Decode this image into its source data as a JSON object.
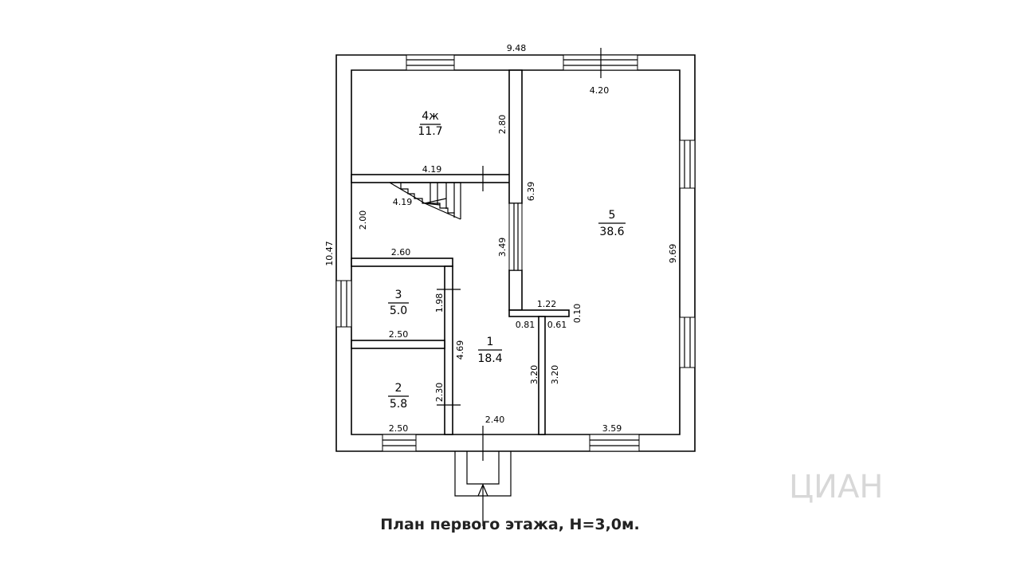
{
  "caption": "План первого этажа, Н=3,0м.",
  "watermark": "ЦИАН",
  "rooms": [
    {
      "number": "4ж",
      "area": "11.7"
    },
    {
      "number": "5",
      "area": "38.6"
    },
    {
      "number": "3",
      "area": "5.0"
    },
    {
      "number": "2",
      "area": "5.8"
    },
    {
      "number": "1",
      "area": "18.4"
    }
  ],
  "dimensions": {
    "overall_width": "9.48",
    "overall_height": "10.47",
    "top_window": "4.20",
    "room4_height": "2.80",
    "room4_width": "4.19",
    "stair_width": "4.19",
    "stair_height": "2.00",
    "hall_width_top": "2.60",
    "hall_height": "3.49",
    "partition_height": "6.39",
    "room5_height": "9.69",
    "room3_height": "1.98",
    "room3_width": "2.50",
    "room2_width": "2.50",
    "room2_height": "2.30",
    "room1_height": "4.69",
    "room1_width": "2.40",
    "niche_width": "1.22",
    "wall_thickness": "0.10",
    "left_opening": "0.81",
    "right_opening": "0.61",
    "corridor_left": "3.20",
    "corridor_right": "3.20",
    "bottom_right": "3.59"
  }
}
